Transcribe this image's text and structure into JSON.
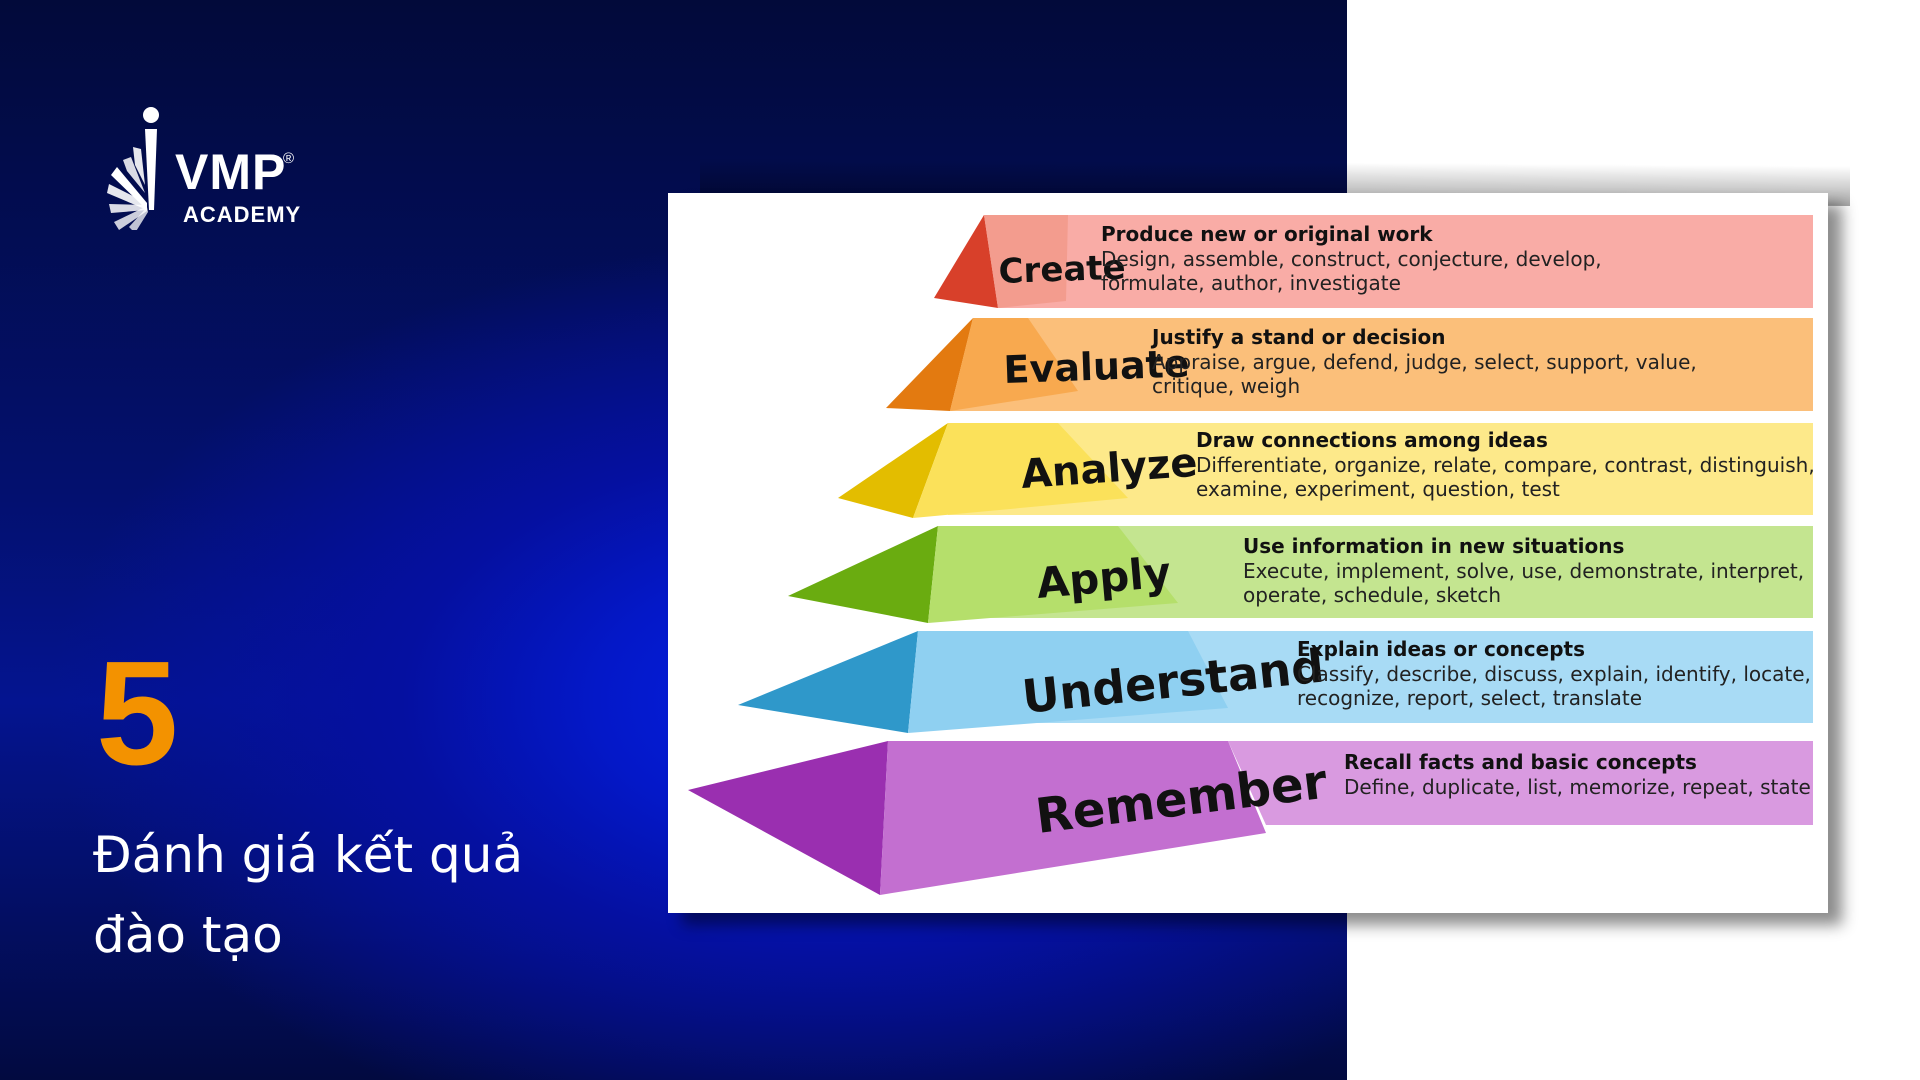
{
  "brand": {
    "name": "VMP",
    "registered": "®",
    "subtitle": "ACADEMY"
  },
  "section": {
    "number": "5",
    "title": "Đánh giá kết quả đào tạo"
  },
  "colors": {
    "accent_number": "#f39200",
    "background": "#0418c8"
  },
  "pyramid": {
    "levels": [
      {
        "name": "Create",
        "title": "Produce new or original work",
        "line1": "Design, assemble, construct, conjecture, develop,",
        "line2": "formulate, author, investigate",
        "band_color": "#f9aca6",
        "front_color": "#f39c8e",
        "side_color": "#d8402a"
      },
      {
        "name": "Evaluate",
        "title": "Justify a stand or decision",
        "line1": "Appraise, argue, defend, judge, select, support,  value,",
        "line2": "critique,  weigh",
        "band_color": "#fbbf7a",
        "front_color": "#f8a94f",
        "side_color": "#e37a10"
      },
      {
        "name": "Analyze",
        "title": "Draw connections among ideas",
        "line1": "Differentiate, organize, relate, compare, contrast, distinguish,",
        "line2": "examine, experiment, question, test",
        "band_color": "#fde98a",
        "front_color": "#fbe15a",
        "side_color": "#e3bd00"
      },
      {
        "name": "Apply",
        "title": "Use information in new situations",
        "line1": "Execute, implement, solve, use, demonstrate, interpret,",
        "line2": "operate, schedule, sketch",
        "band_color": "#c4e590",
        "front_color": "#b5df6b",
        "side_color": "#6aac10"
      },
      {
        "name": "Understand",
        "title": "Explain ideas or concepts",
        "line1": "Classify, describe, discuss, explain, identify, locate,",
        "line2": "recognize, report, select, translate",
        "band_color": "#a8dbf5",
        "front_color": "#8fd0f1",
        "side_color": "#2f98ca"
      },
      {
        "name": "Remember",
        "title": "Recall facts and basic concepts",
        "line1": "Define, duplicate, list, memorize, repeat, state",
        "line2": "",
        "band_color": "#d99ae0",
        "front_color": "#c36fd0",
        "side_color": "#9a2fb0"
      }
    ]
  }
}
